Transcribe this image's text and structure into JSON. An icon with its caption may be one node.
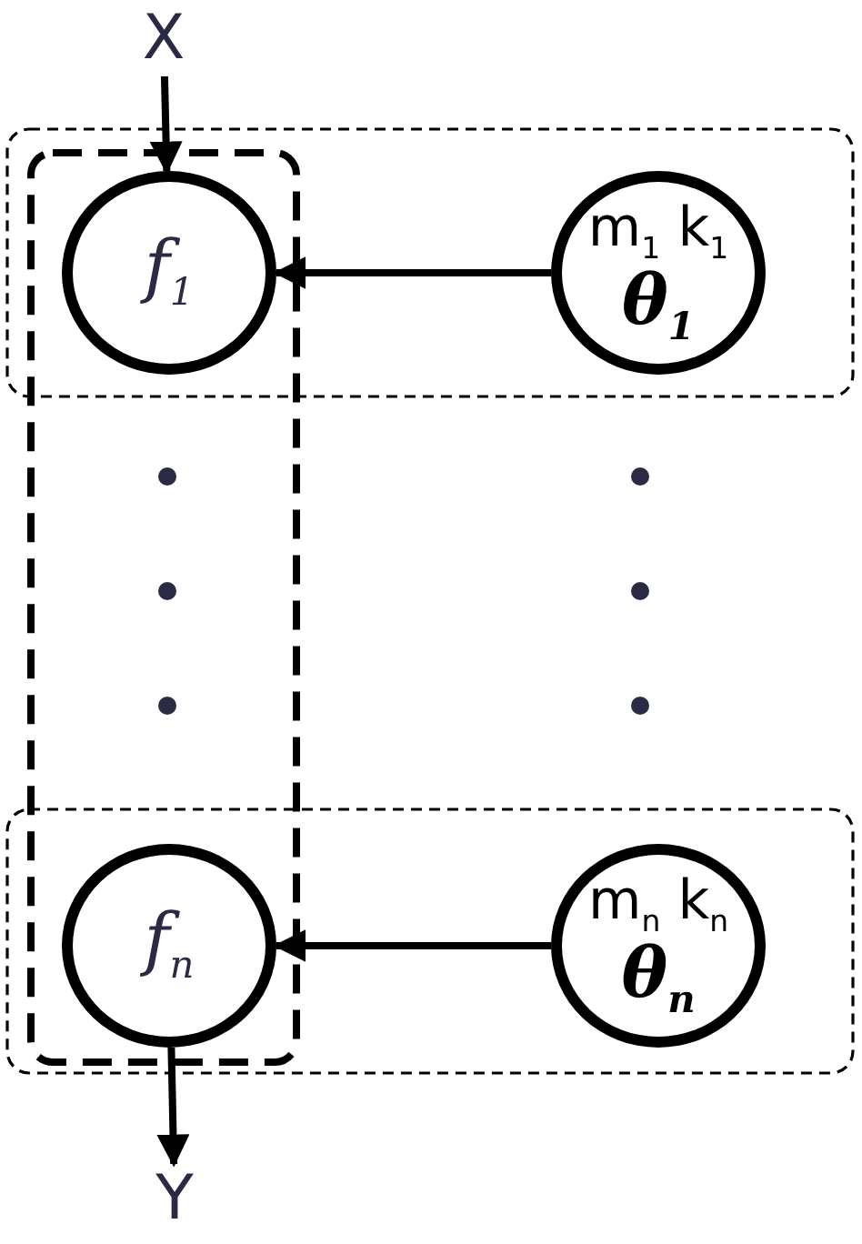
{
  "diagram": {
    "nodes": [
      {
        "text": [
          "X"
        ]
      },
      {
        "text": [
          "f$_{1}$"
        ]
      },
      {
        "text": [
          "m$_{1}$ k$_{1}$",
          "θ$_{1}$"
        ]
      },
      {
        "text": [
          "f$_{n}$"
        ]
      },
      {
        "text": [
          "m$_{n}$ k$_{n}$",
          "θ$_{n}$"
        ]
      },
      {
        "text": [
          "Y"
        ]
      }
    ],
    "edges": [
      {
        "from": 0,
        "to": 1,
        "arrow": "to"
      },
      {
        "from": 2,
        "to": 1,
        "arrow": "to"
      },
      {
        "from": 4,
        "to": 3,
        "arrow": "to"
      },
      {
        "from": 3,
        "to": 5,
        "arrow": "to"
      }
    ]
  }
}
